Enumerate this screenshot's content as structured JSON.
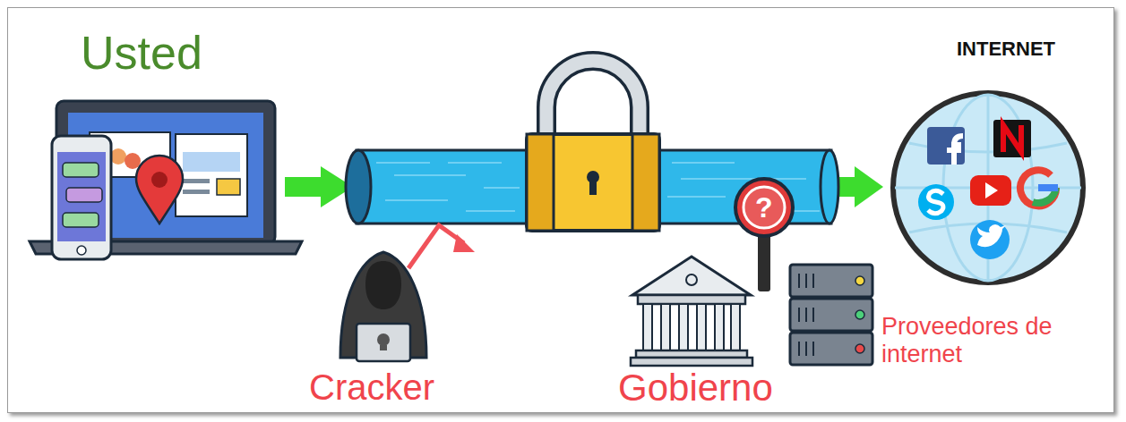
{
  "diagram": {
    "nodes": [
      {
        "text": [
          "Usted"
        ]
      },
      {
        "text": [
          "INTERNET"
        ]
      }
    ],
    "labels": [
      "?",
      "Cracker",
      "Gobierno",
      "Proveedores de internet"
    ]
  }
}
